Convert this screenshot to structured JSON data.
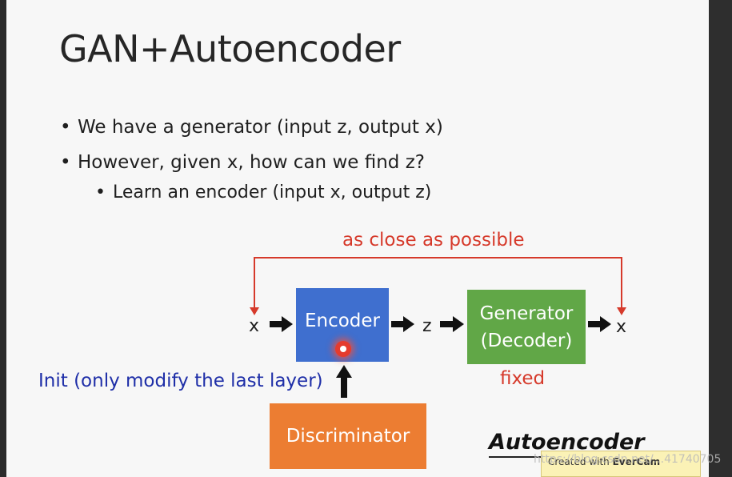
{
  "slide": {
    "title": "GAN+Autoencoder",
    "bullets": [
      "We have a generator (input z, output x)",
      "However, given x, how can we find z?"
    ],
    "sub_bullet": "Learn an encoder (input x, output z)"
  },
  "diagram": {
    "loop_label": "as close as possible",
    "input_x": "x",
    "encoder_label": "Encoder",
    "z_label": "z",
    "generator_label_line1": "Generator",
    "generator_label_line2": "(Decoder)",
    "output_x": "x",
    "fixed_label": "fixed",
    "init_label": "Init (only modify the last layer)",
    "discriminator_label": "Discriminator",
    "section_title": "Autoencoder"
  },
  "overlay": {
    "evercam_prefix": "Created with",
    "evercam_brand": "EverCam",
    "watermark": "https://blog.csdn.net/...41740705"
  },
  "colors": {
    "encoder": "#3f6fcf",
    "generator": "#61a747",
    "discriminator": "#ec7d32",
    "red_label": "#d63a2b",
    "blue_label": "#1f2fa8"
  }
}
